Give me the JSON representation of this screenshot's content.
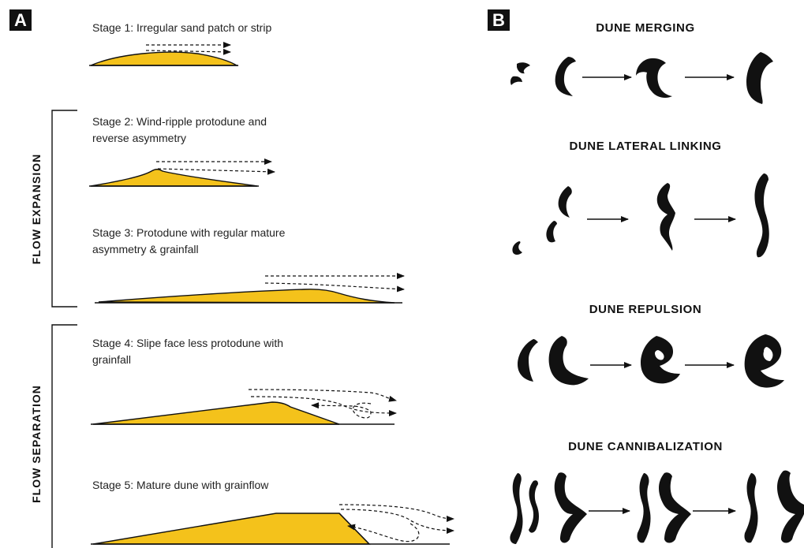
{
  "panel_a": {
    "label": "A",
    "stages": [
      "Stage 1: Irregular sand patch or strip",
      "Stage 2: Wind-ripple protodune and",
      "reverse asymmetry",
      "Stage 3: Protodune with regular mature",
      "asymmetry & grainfall",
      "Stage 4: Slipe face less protodune with",
      "grainfall",
      "Stage 5: Mature dune with grainflow"
    ],
    "brackets": [
      "FLOW EXPANSION",
      "FLOW SEPARATION"
    ]
  },
  "panel_b": {
    "label": "B",
    "processes": [
      "DUNE MERGING",
      "DUNE LATERAL LINKING",
      "DUNE REPULSION",
      "DUNE CANNIBALIZATION"
    ]
  },
  "colors": {
    "sand": "#f4c21b",
    "ink": "#111111"
  }
}
